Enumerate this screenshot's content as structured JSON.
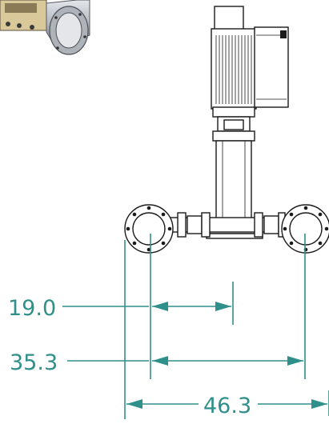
{
  "colors": {
    "dimension": "#2f8f8a",
    "ink": "#1a1a1a",
    "background": "#ffffff",
    "steel_light": "#c9cdd3",
    "steel_dark": "#7c828a"
  },
  "dimensions": {
    "d1": "19.0",
    "d2": "35.3",
    "d3": "46.3"
  }
}
